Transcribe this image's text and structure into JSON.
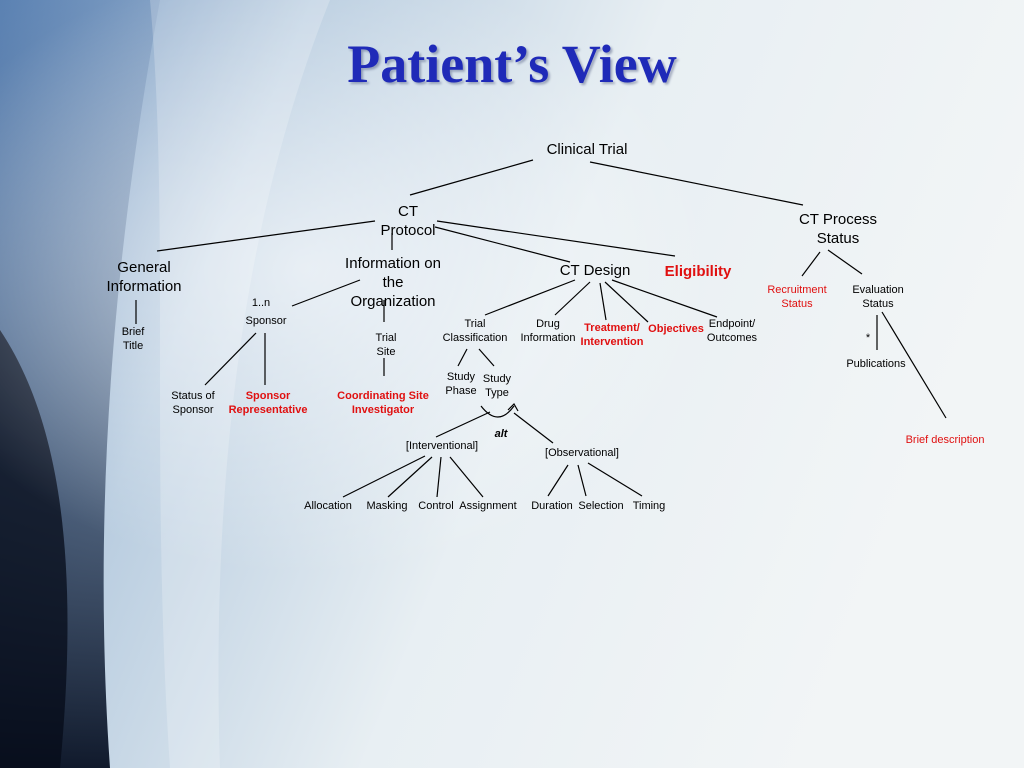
{
  "title": "Patient’s View",
  "nodes": {
    "clinical_trial": [
      "Clinical Trial"
    ],
    "ct_protocol": [
      "CT",
      "Protocol"
    ],
    "ct_process_status": [
      "CT Process",
      "Status"
    ],
    "general_information": [
      "General",
      "Information"
    ],
    "information_org": [
      "Information on",
      "the",
      "Organization"
    ],
    "ct_design": [
      "CT Design"
    ],
    "eligibility": [
      "Eligibility"
    ],
    "recruitment_status": [
      "Recruitment",
      "Status"
    ],
    "evaluation_status": [
      "Evaluation",
      "Status"
    ],
    "brief_title": [
      "Brief",
      "Title"
    ],
    "multiplicity_1n": [
      "1..n"
    ],
    "sponsor": [
      "Sponsor"
    ],
    "trial_site": [
      "Trial",
      "Site"
    ],
    "trial_classification": [
      "Trial",
      "Classification"
    ],
    "drug_information": [
      "Drug",
      "Information"
    ],
    "treatment_intervention": [
      "Treatment/",
      "Intervention"
    ],
    "objectives": [
      "Objectives"
    ],
    "endpoint_outcomes": [
      "Endpoint/",
      "Outcomes"
    ],
    "star": [
      "*"
    ],
    "publications": [
      "Publications"
    ],
    "status_of_sponsor": [
      "Status of",
      "Sponsor"
    ],
    "sponsor_representative": [
      "Sponsor",
      "Representative"
    ],
    "coordinating_site_investigator": [
      "Coordinating Site",
      "Investigator"
    ],
    "study_phase": [
      "Study",
      "Phase"
    ],
    "study_type": [
      "Study",
      "Type"
    ],
    "alt": [
      "alt"
    ],
    "interventional": [
      "[Interventional]"
    ],
    "observational": [
      "[Observational]"
    ],
    "brief_description": [
      "Brief description"
    ],
    "allocation": [
      "Allocation"
    ],
    "masking": [
      "Masking"
    ],
    "control": [
      "Control"
    ],
    "assignment": [
      "Assignment"
    ],
    "duration": [
      "Duration"
    ],
    "selection": [
      "Selection"
    ],
    "timing": [
      "Timing"
    ]
  },
  "colors": {
    "title": "#1f2ab8",
    "highlight": "#e01010",
    "lines": "#000000"
  }
}
